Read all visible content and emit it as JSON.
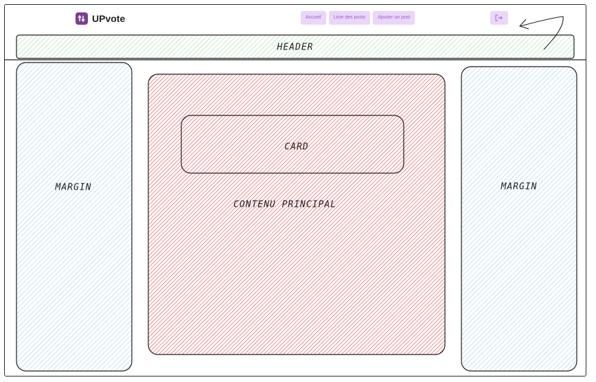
{
  "app": {
    "brand": "UPvote",
    "nav": [
      "Accueil",
      "Liste des posts",
      "Ajouter un post"
    ],
    "logout_icon": "logout-icon",
    "accent_bg": "#ead6f7",
    "accent_text": "#a35bd6"
  },
  "zones": {
    "header": "HEADER",
    "margin_left": "MARGIN",
    "main": "CONTENU PRINCIPAL",
    "card": "CARD",
    "margin_right": "MARGIN"
  },
  "colors": {
    "header_fill": "#8fd98f",
    "margin_fill": "#8ec8e8",
    "main_fill": "#e03131",
    "stroke": "#1e1e1e"
  }
}
